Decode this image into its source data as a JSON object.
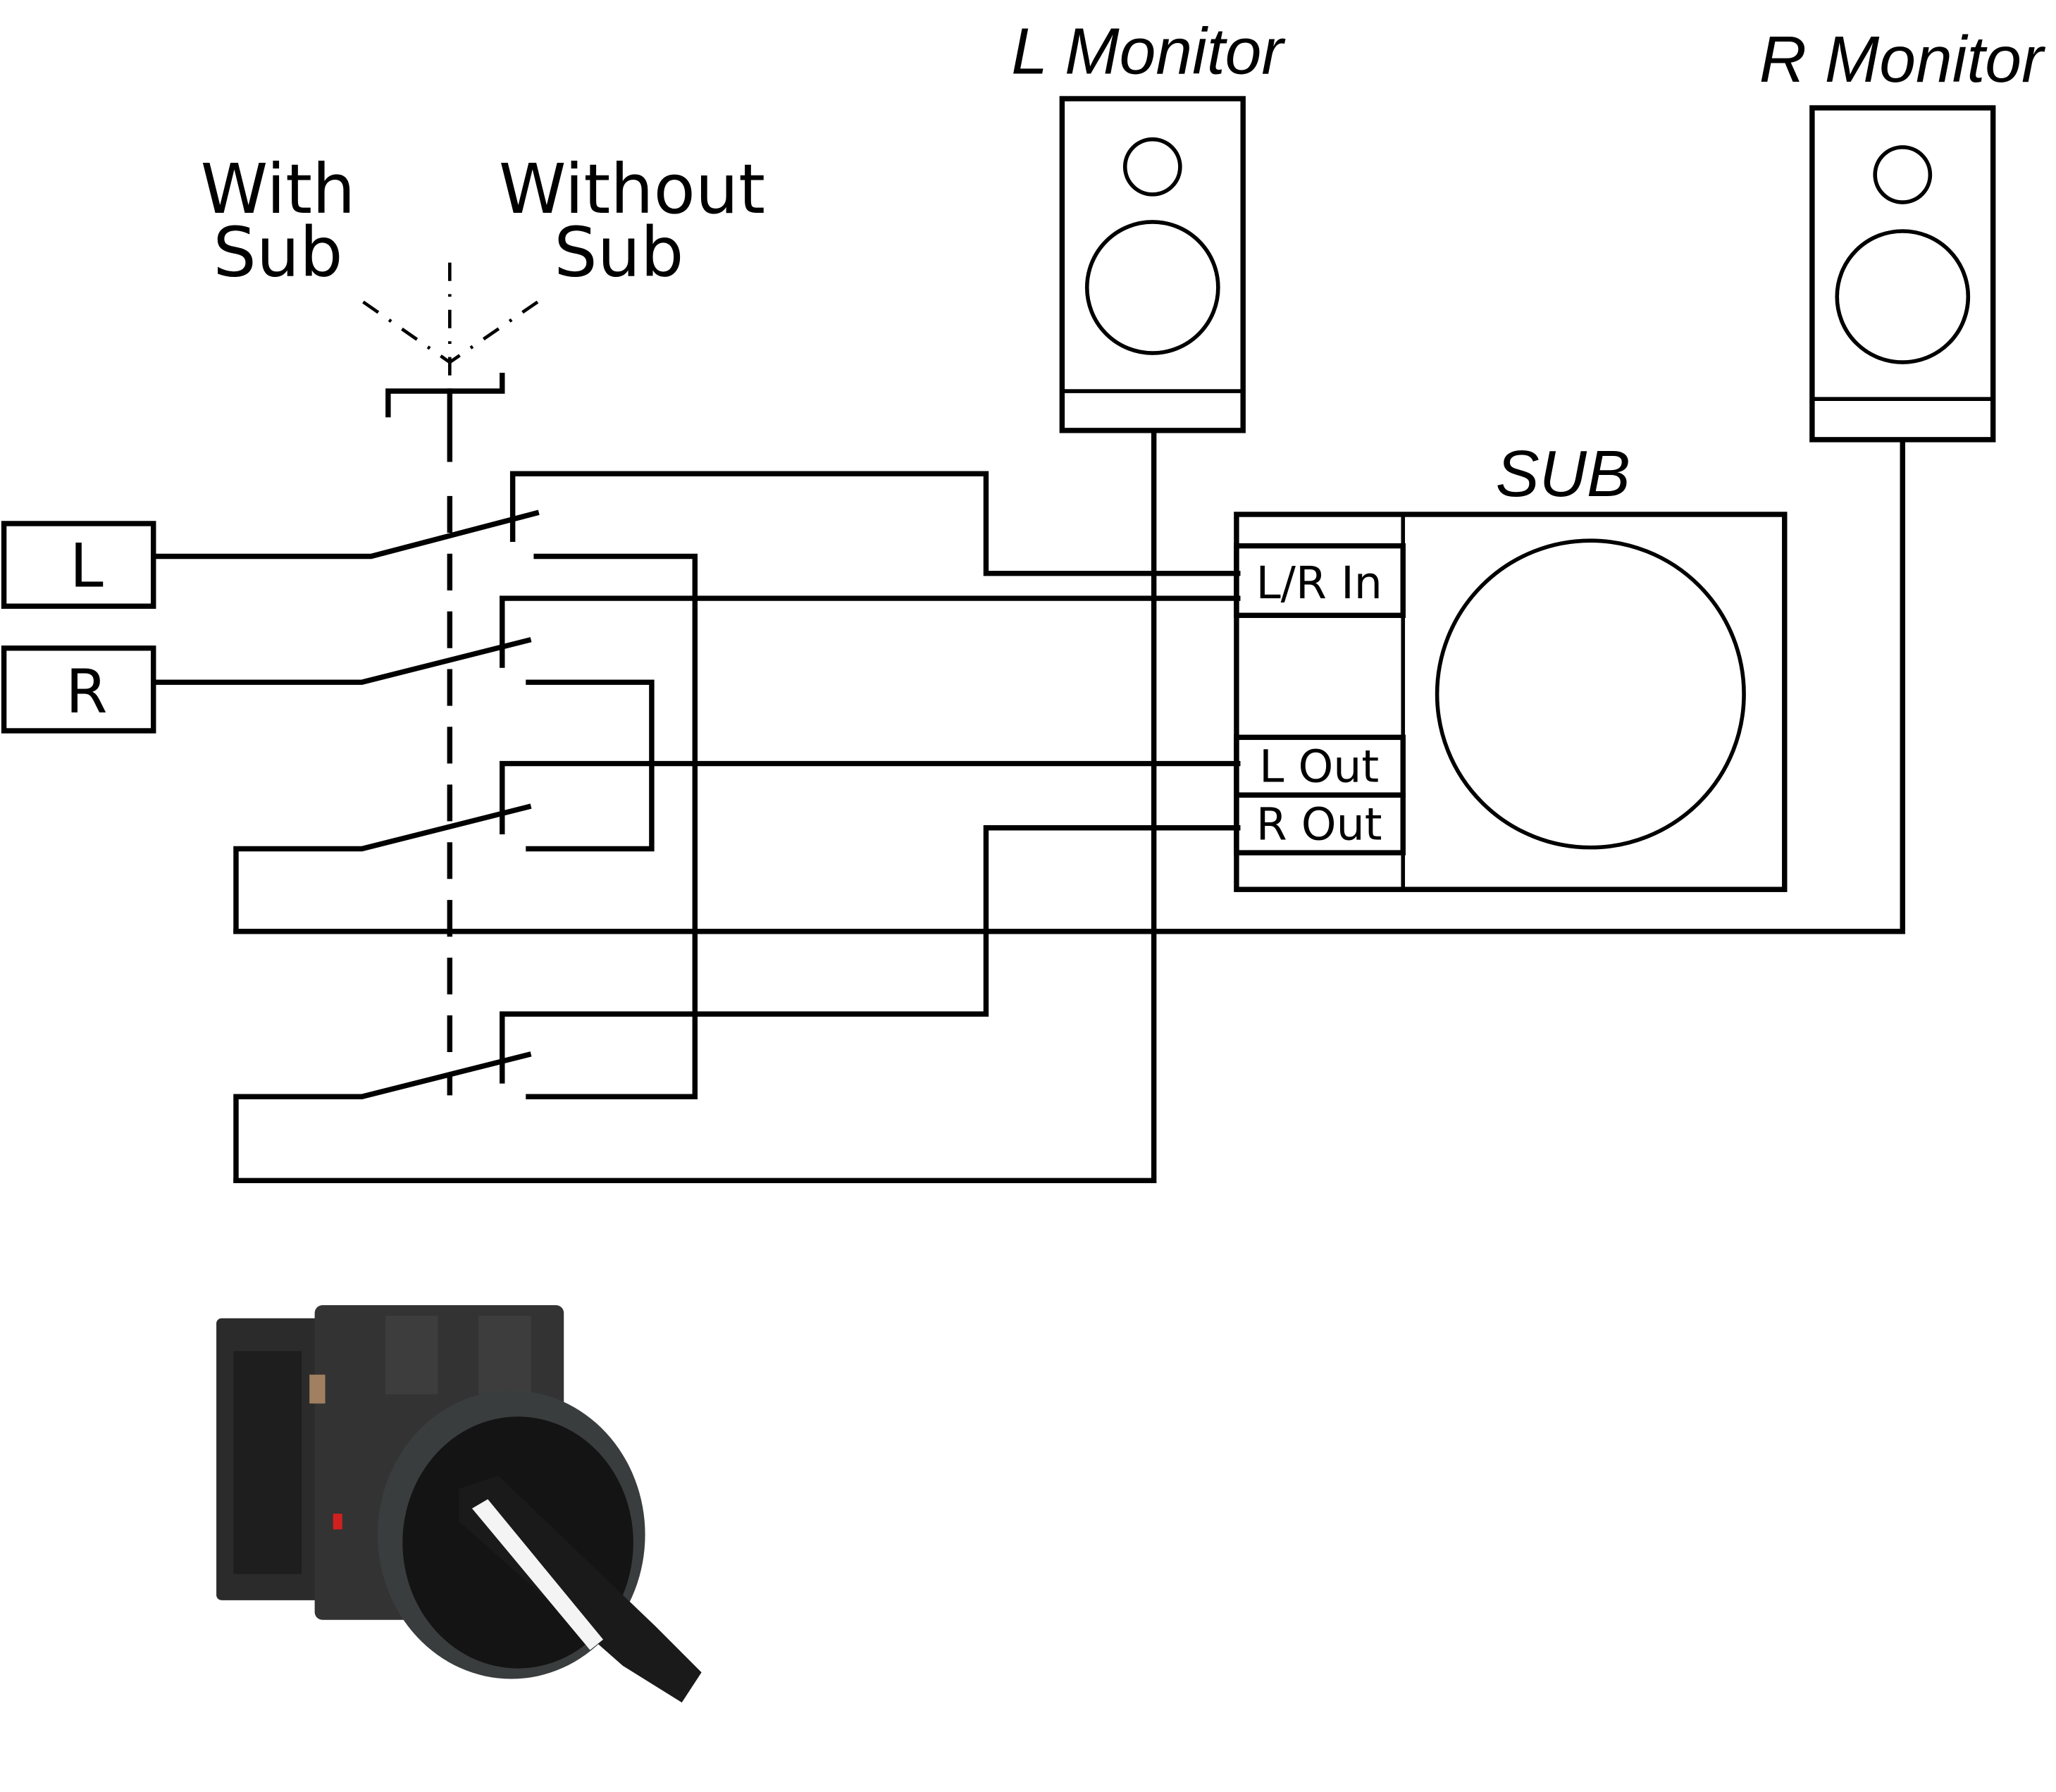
{
  "diagram": {
    "switch_positions": {
      "left_label_line1": "With",
      "left_label_line2": "Sub",
      "right_label_line1": "Without",
      "right_label_line2": "Sub"
    },
    "inputs": {
      "left": "L",
      "right": "R"
    },
    "monitors": {
      "left": "L Monitor",
      "right": "R Monitor"
    },
    "subwoofer": {
      "title": "SUB",
      "ports": [
        "L/R In",
        "L Out",
        "R Out"
      ]
    },
    "photo": {
      "description": "rotary selector switch with contact blocks"
    }
  }
}
